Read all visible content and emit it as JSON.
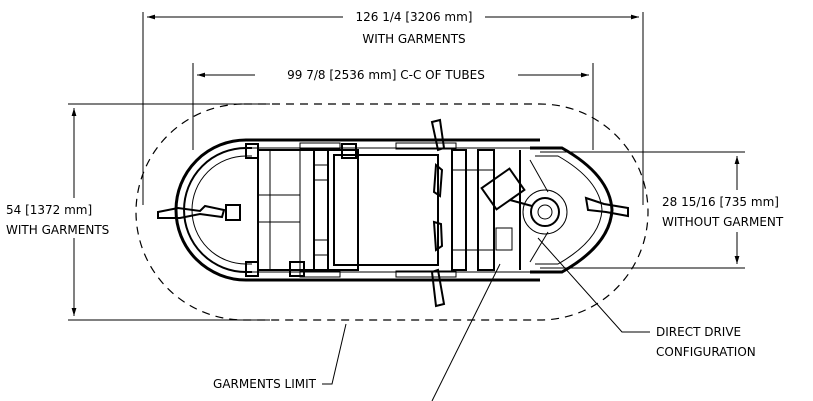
{
  "dimensions": {
    "overall_length": {
      "value": "126 1/4 [3206 mm]",
      "note": "WITH GARMENTS"
    },
    "tube_spacing": {
      "value": "99 7/8 [2536 mm] C-C OF TUBES"
    },
    "overall_width": {
      "value": "54 [1372 mm]",
      "note": "WITH GARMENTS"
    },
    "body_width": {
      "value": "28 15/16 [735 mm]",
      "note": "WITHOUT GARMENT"
    }
  },
  "callouts": {
    "drive": [
      "DIRECT DRIVE",
      "CONFIGURATION"
    ],
    "garments_limit": "GARMENTS LIMIT"
  }
}
